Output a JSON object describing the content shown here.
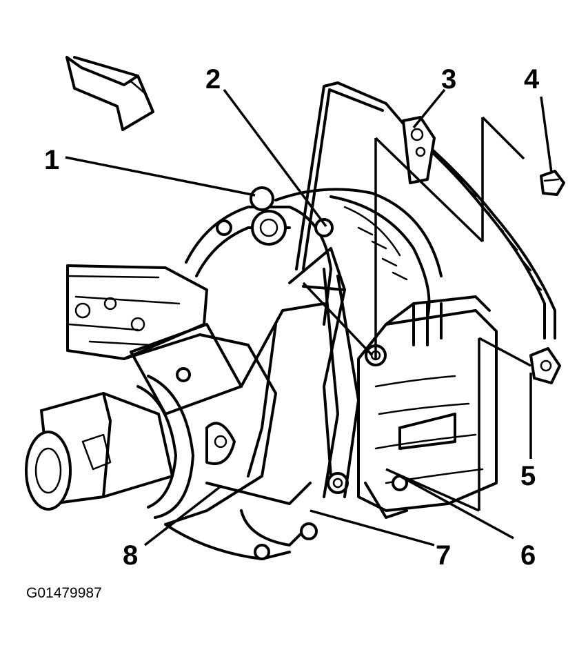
{
  "figure_id": "G01479987",
  "callouts": [
    {
      "id": "1",
      "label": "1"
    },
    {
      "id": "2",
      "label": "2"
    },
    {
      "id": "3",
      "label": "3"
    },
    {
      "id": "4",
      "label": "4"
    },
    {
      "id": "5",
      "label": "5"
    },
    {
      "id": "6",
      "label": "6"
    },
    {
      "id": "7",
      "label": "7"
    },
    {
      "id": "8",
      "label": "8"
    }
  ],
  "icons": {
    "direction_arrow": "forward-arrow-icon"
  }
}
